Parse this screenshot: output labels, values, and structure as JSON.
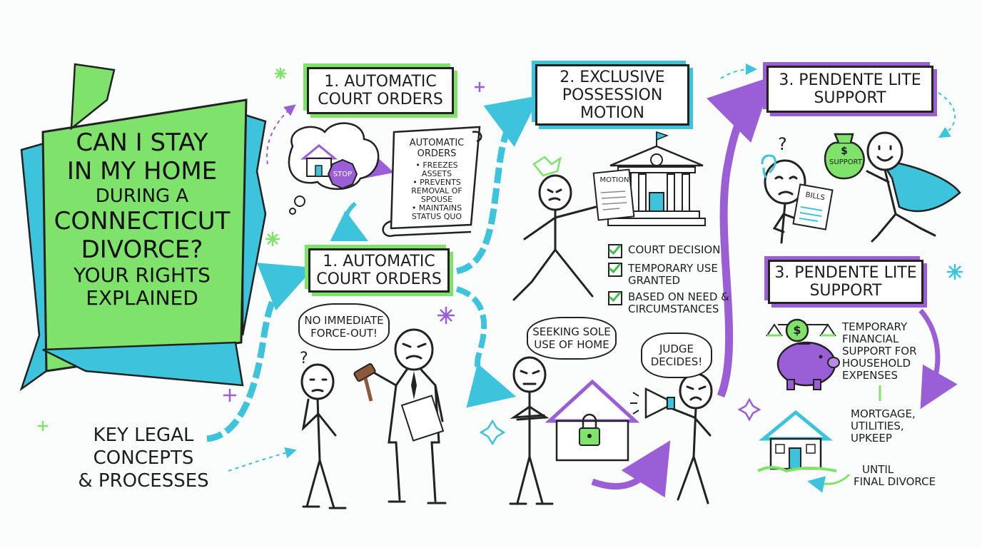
{
  "title": {
    "line1": "CAN I STAY",
    "line2": "IN MY HOME",
    "line3": "DURING A",
    "line4": "CONNECTICUT",
    "line5": "DIVORCE?",
    "line6": "YOUR RIGHTS",
    "line7": "EXPLAINED"
  },
  "subtitle": {
    "line1": "KEY LEGAL",
    "line2": "CONCEPTS",
    "line3": "& PROCESSES"
  },
  "steps": {
    "automatic_top": {
      "line1": "1. AUTOMATIC",
      "line2": "COURT ORDERS"
    },
    "automatic_mid": {
      "line1": "1. AUTOMATIC",
      "line2": "COURT ORDERS"
    },
    "exclusive": {
      "line1": "2. EXCLUSIVE",
      "line2": "POSSESSION",
      "line3": "MOTION"
    },
    "pendente_top": {
      "line1": "3. PENDENTE LITE",
      "line2": "SUPPORT"
    },
    "pendente_mid": {
      "line1": "3. PENDENTE LITE",
      "line2": "SUPPORT"
    }
  },
  "scroll": {
    "heading1": "AUTOMATIC",
    "heading2": "ORDERS",
    "items": [
      "• FREEZES ASSETS",
      "• PREVENTS",
      "REMOVAL OF",
      "SPOUSE",
      "• MAINTAINS",
      "STATUS QUO"
    ]
  },
  "icons": {
    "stop_sign": "STOP",
    "motion_doc": "MOTION",
    "bills_doc": "BILLS",
    "money_bag": "SUPPORT",
    "money_symbol": "$"
  },
  "checklist": [
    "COURT DECISION",
    "TEMPORARY USE GRANTED",
    "BASED ON NEED & CIRCUMSTANCES"
  ],
  "bubbles": {
    "no_force_out": {
      "line1": "NO IMMEDIATE",
      "line2": "FORCE-OUT!"
    },
    "seeking": {
      "line1": "SEEKING SOLE",
      "line2": "USE OF HOME"
    },
    "judge": {
      "line1": "JUDGE",
      "line2": "DECIDES!"
    }
  },
  "support_text": {
    "line1": "TEMPORARY",
    "line2": "FINANCIAL",
    "line3": "SUPPORT FOR",
    "line4": "HOUSEHOLD",
    "line5": "EXPENSES"
  },
  "expenses_text": {
    "line1": "MORTGAGE,",
    "line2": "UTILITIES,",
    "line3": "UPKEEP"
  },
  "until_text": {
    "line1": "UNTIL",
    "line2": "FINAL DIVORCE"
  },
  "colors": {
    "green": "#7fe36b",
    "cyan": "#3dc3dc",
    "purple": "#9a5fd6",
    "ink": "#222222"
  }
}
